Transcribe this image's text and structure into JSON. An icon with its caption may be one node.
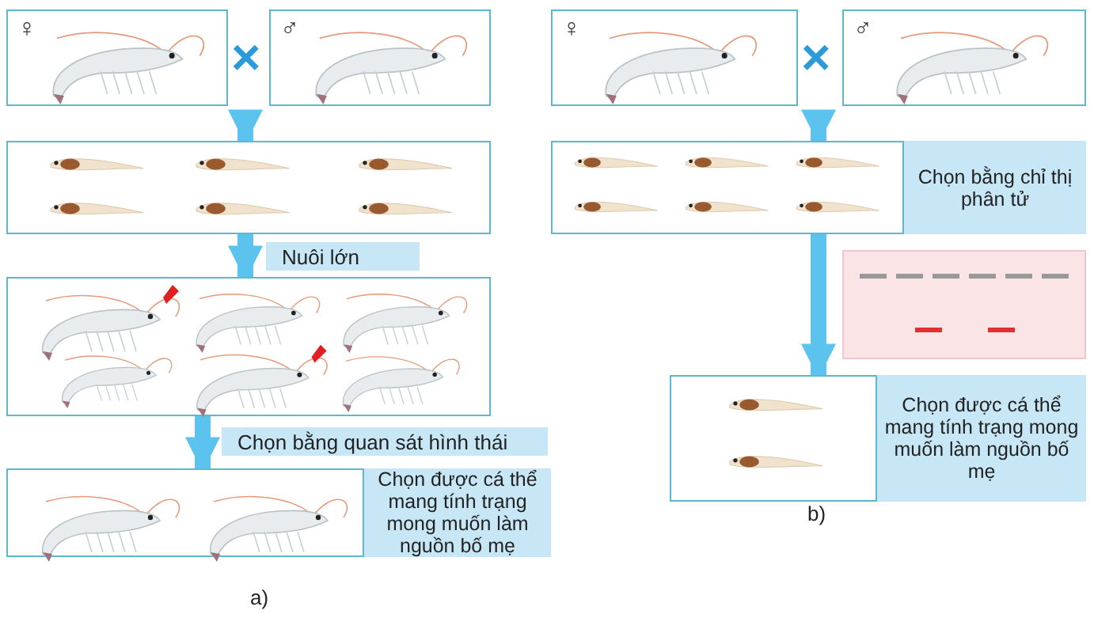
{
  "diagram": {
    "nodes": [
      {
        "text": [
          "♀"
        ]
      },
      {
        "text": [
          "♂"
        ]
      },
      {
        "text": [],
        "shape": "box"
      },
      {
        "text": [],
        "shape": "box"
      },
      {
        "text": [],
        "shape": "box"
      },
      {
        "text": [
          "Chọn được cá thể mang tính trạng mong muốn làm nguồn bố mẹ"
        ]
      },
      {
        "text": [
          "♀"
        ]
      },
      {
        "text": [
          "♂"
        ]
      },
      {
        "text": [],
        "shape": "box"
      },
      {
        "text": [
          "Chọn bằng chỉ thị phân tử"
        ]
      },
      {
        "text": [],
        "shape": "box"
      },
      {
        "text": [],
        "shape": "box"
      },
      {
        "text": [
          "Chọn được cá thể mang tính trạng mong muốn làm nguồn bố mẹ"
        ]
      }
    ],
    "edges": [
      {
        "from": null,
        "to": 2,
        "arrow": "to"
      },
      {
        "from": 2,
        "to": 3,
        "arrow": "to",
        "label": "Nuôi lớn"
      },
      {
        "from": 3,
        "to": 4,
        "arrow": "to",
        "label": "Chọn bằng quan sát hình thái"
      },
      {
        "from": null,
        "to": 8,
        "arrow": "to"
      },
      {
        "from": 8,
        "to": 11,
        "arrow": "to"
      }
    ],
    "labels": [
      "×",
      "×",
      "a)",
      "b)"
    ]
  }
}
